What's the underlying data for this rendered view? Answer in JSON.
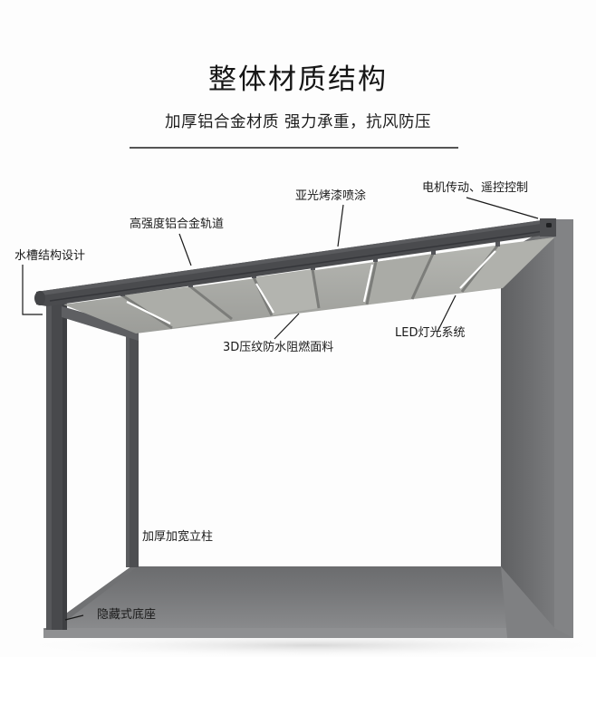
{
  "header": {
    "title": "整体材质结构",
    "subtitle": "加厚铝合金材质  强力承重，抗风防压"
  },
  "diagram": {
    "subject": "pergola-structure",
    "colors": {
      "frame": "#4a4b4e",
      "frame_dark": "#3c3d40",
      "fabric": "#a6a7a3",
      "fabric_light": "#b9bab5",
      "wall": "#6e6f71",
      "floor": "#7b7c7e",
      "led": "#ffffff",
      "leader_line": "#1a1a1a"
    },
    "callouts": [
      {
        "id": "water-gutter",
        "label": "水槽结构设计"
      },
      {
        "id": "aluminum-track",
        "label": "高强度铝合金轨道"
      },
      {
        "id": "matte-coating",
        "label": "亚光烤漆喷涂"
      },
      {
        "id": "motor-remote",
        "label": "电机传动、遥控控制"
      },
      {
        "id": "led-lighting",
        "label": "LED灯光系统"
      },
      {
        "id": "fabric",
        "label": "3D压纹防水阻燃面料"
      },
      {
        "id": "thick-column",
        "label": "加厚加宽立柱"
      },
      {
        "id": "hidden-base",
        "label": "隐藏式底座"
      }
    ]
  }
}
